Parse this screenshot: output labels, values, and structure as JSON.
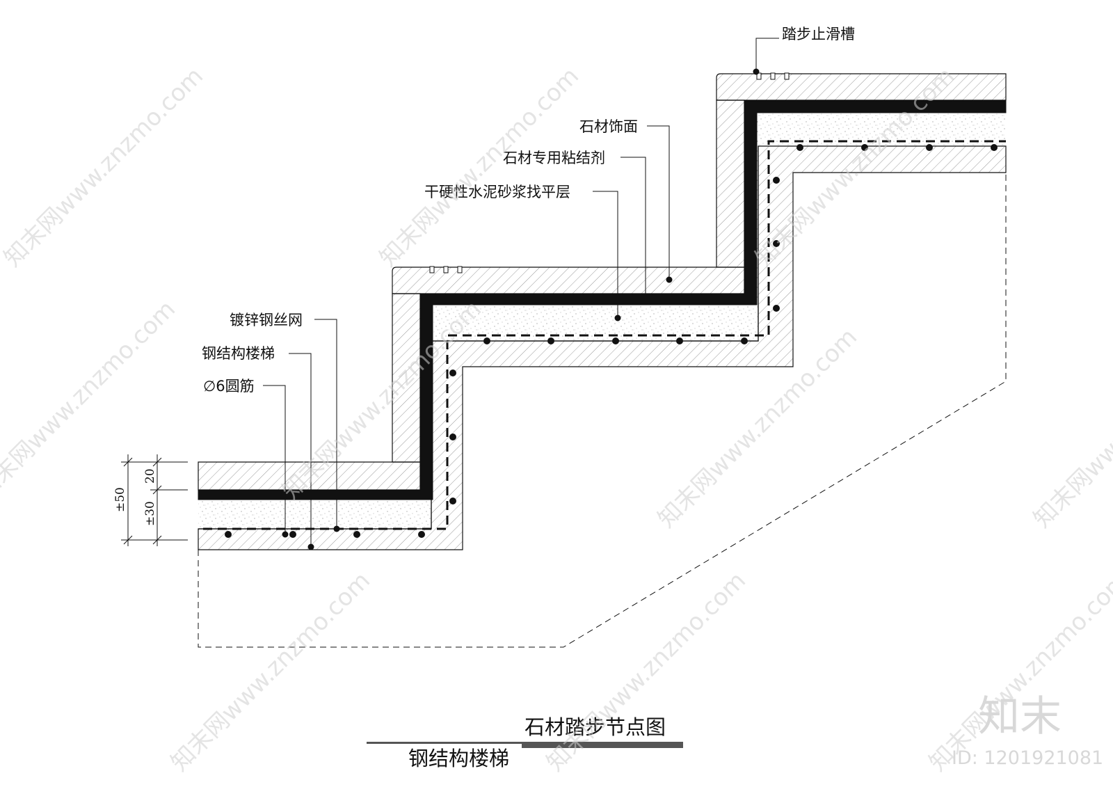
{
  "labels": {
    "anti_slip_groove": "踏步止滑槽",
    "stone_finish": "石材饰面",
    "stone_adhesive": "石材专用粘结剂",
    "dry_mortar_layer": "干硬性水泥砂浆找平层",
    "galvanized_mesh": "镀锌钢丝网",
    "steel_stair": "钢结构楼梯",
    "round_bar": "∅6圆筋"
  },
  "dimensions": {
    "total": "±50",
    "top": "20",
    "bottom": "±30"
  },
  "title": {
    "main": "石材踏步节点图",
    "sub": "钢结构楼梯"
  },
  "watermark": {
    "text": "知末网www.znzmo.com",
    "logo": "知末",
    "id": "ID: 1201921081"
  },
  "colors": {
    "line": "#111111",
    "stone_hatch": "#9a9a9a",
    "title_bar": "#555555",
    "watermark": "#cfcfcf"
  }
}
